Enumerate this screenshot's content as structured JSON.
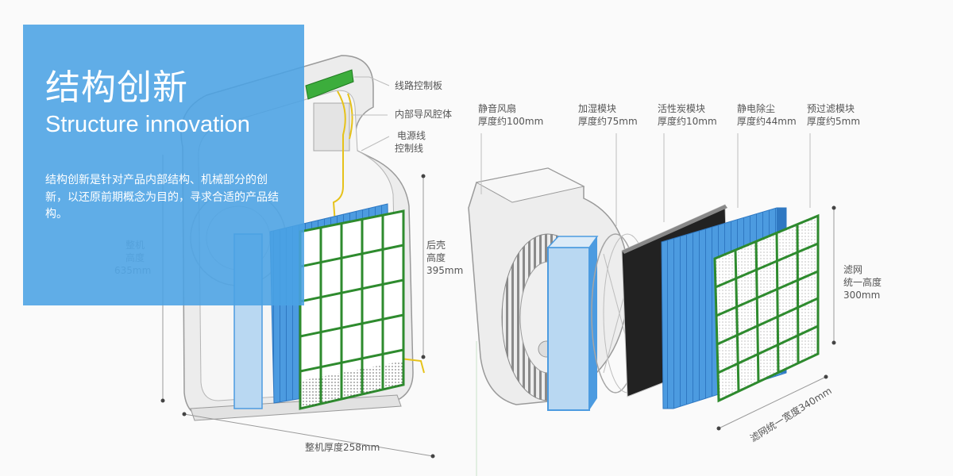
{
  "panel": {
    "title_cn": "结构创新",
    "title_en": "Structure innovation",
    "description": "结构创新是针对产品内部结构、机械部分的创新，以还原前期概念为目的，寻求合适的产品结构。"
  },
  "labels": {
    "circuit_board": "线路控制板",
    "inner_duct": "内部导风腔体",
    "power_line_1": "电源线",
    "power_line_2": "控制线",
    "rear_shell_1": "后壳",
    "rear_shell_2": "高度",
    "rear_shell_3": "395mm",
    "unit_height_1": "整机",
    "unit_height_2": "高度",
    "unit_height_3": "635mm",
    "unit_thickness": "整机厚度258mm",
    "fan_1": "静音风扇",
    "fan_2": "厚度约100mm",
    "humidifier_1": "加湿模块",
    "humidifier_2": "厚度约75mm",
    "carbon_1": "活性炭模块",
    "carbon_2": "厚度约10mm",
    "electrostatic_1": "静电除尘",
    "electrostatic_2": "厚度约44mm",
    "prefilter_1": "预过滤模块",
    "prefilter_2": "厚度约5mm",
    "filter_height_1": "滤网",
    "filter_height_2": "统一高度",
    "filter_height_3": "300mm",
    "filter_width": "滤网统一宽度340mm"
  },
  "colors": {
    "panel_blue": "#4aa2e4",
    "filter_green": "#2e8b2e",
    "module_blue": "#4c9be0",
    "humidifier_light_blue": "#b9d8f2",
    "carbon_dark": "#222222",
    "power_wire_yellow": "#e6c21a"
  }
}
